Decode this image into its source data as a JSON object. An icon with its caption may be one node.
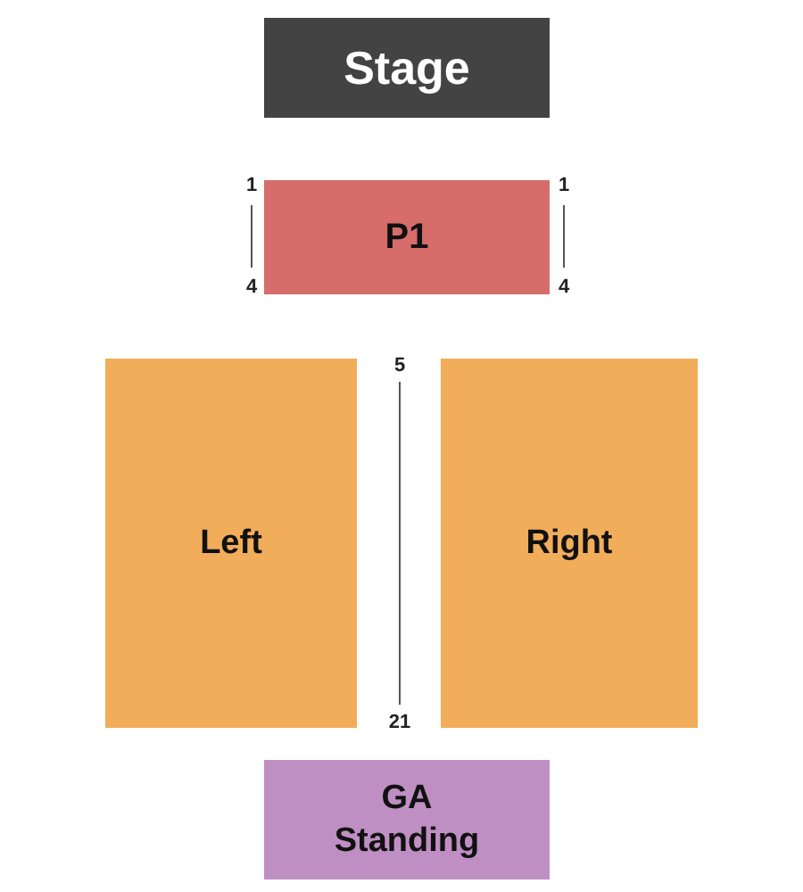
{
  "diagram": {
    "nodes": [
      {
        "text": [
          "Stage"
        ]
      },
      {
        "text": [
          "P1"
        ]
      },
      {
        "text": [
          "Left"
        ]
      },
      {
        "text": [
          "Right"
        ]
      },
      {
        "text": [
          "GA Standing"
        ]
      }
    ],
    "labels": [
      "1",
      "4",
      "1",
      "4",
      "5",
      "21"
    ]
  }
}
